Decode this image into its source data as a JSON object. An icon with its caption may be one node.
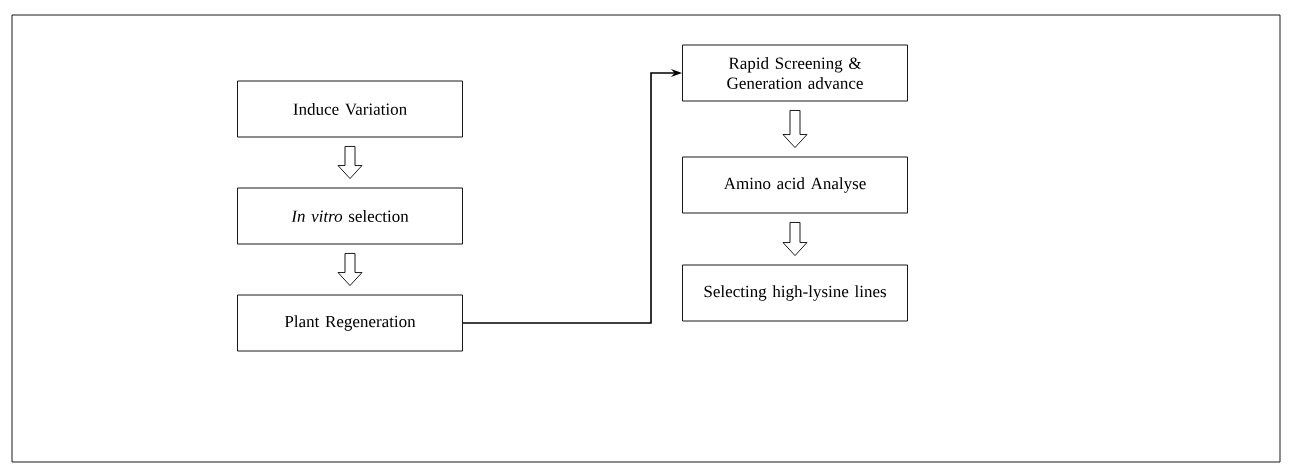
{
  "diagram": {
    "nodes": [
      {
        "text": [
          "Induce Variation"
        ]
      },
      {
        "text": [
          "*In vitro* selection"
        ]
      },
      {
        "text": [
          "Plant Regeneration"
        ]
      },
      {
        "text": [
          "Rapid Screening & Generation advance"
        ]
      },
      {
        "text": [
          "Amino acid Analyse"
        ]
      },
      {
        "text": [
          "Selecting high-lysine lines"
        ]
      }
    ],
    "edges": [
      {
        "from": 0,
        "to": 1,
        "arrow": "to"
      },
      {
        "from": 1,
        "to": 2,
        "arrow": "to"
      },
      {
        "from": 2,
        "to": 3,
        "arrow": "to"
      },
      {
        "from": 3,
        "to": 4,
        "arrow": "to"
      },
      {
        "from": 4,
        "to": 5,
        "arrow": "to"
      }
    ]
  }
}
